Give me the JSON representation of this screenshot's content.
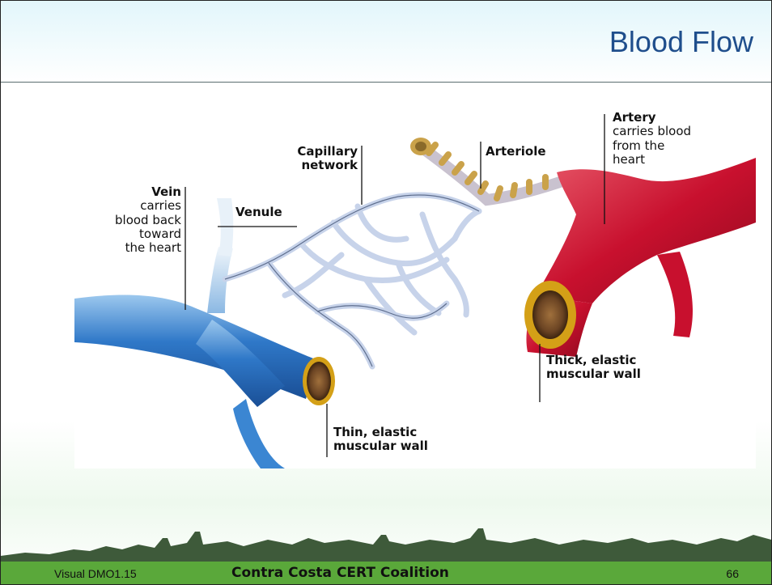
{
  "title": "Blood Flow",
  "labels": {
    "vein_title": "Vein",
    "vein_desc": [
      "carries",
      "blood back",
      "toward",
      "the heart"
    ],
    "venule": "Venule",
    "capillary": [
      "Capillary",
      "network"
    ],
    "arteriole": "Arteriole",
    "artery_title": "Artery",
    "artery_desc": [
      "carries blood",
      "from the",
      "heart"
    ],
    "thin_wall": [
      "Thin, elastic",
      "muscular wall"
    ],
    "thick_wall": [
      "Thick, elastic",
      "muscular wall"
    ]
  },
  "colors": {
    "title": "#1f4e8c",
    "vein": "#2f78c8",
    "artery": "#c8102e",
    "capillary": "#c7d3ea",
    "arteriole": "#caa24a",
    "footer": "#5aa83a"
  },
  "footer": {
    "left": "Visual DMO1.15",
    "center": "Contra Costa CERT Coalition",
    "page": "66"
  }
}
